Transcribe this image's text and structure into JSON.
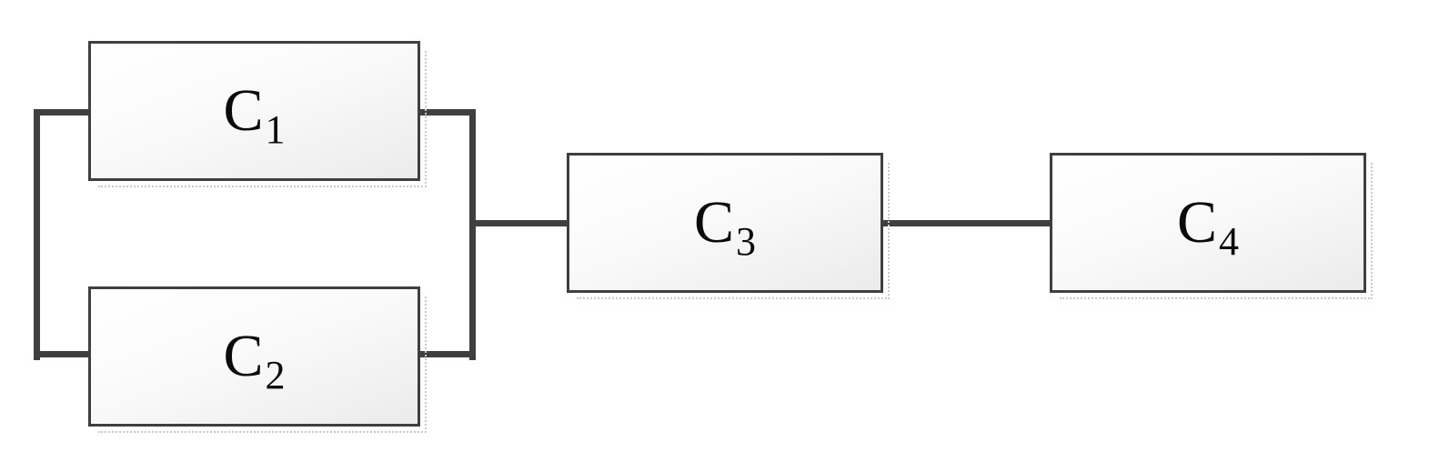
{
  "diagram": {
    "type": "reliability-block-diagram",
    "background_color": "#ffffff",
    "wire_color": "#3f3f3f",
    "box_border_color": "#3f3f3f",
    "box_fill_gradient": [
      "#ffffff",
      "#ebebeb"
    ],
    "shadow_color": "#c9c9c9",
    "label_color": "#0b0b0b",
    "components": [
      {
        "id": "C1",
        "base": "C",
        "subscript": "1"
      },
      {
        "id": "C2",
        "base": "C",
        "subscript": "2"
      },
      {
        "id": "C3",
        "base": "C",
        "subscript": "3"
      },
      {
        "id": "C4",
        "base": "C",
        "subscript": "4"
      }
    ],
    "topology": {
      "parallel_group": [
        "C1",
        "C2"
      ],
      "series_chain": [
        "parallel(C1,C2)",
        "C3",
        "C4"
      ]
    }
  }
}
